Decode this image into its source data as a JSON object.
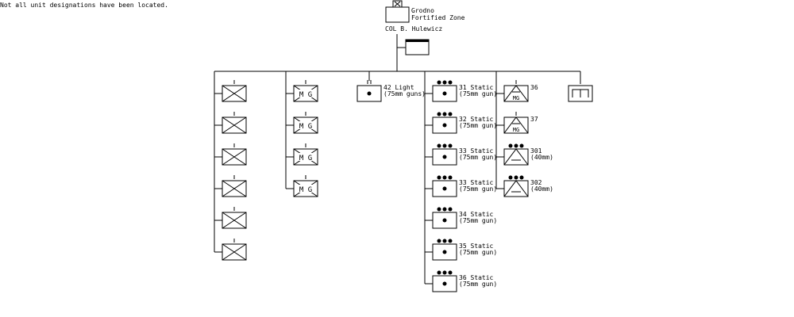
{
  "note": "Not all unit designations have been located.",
  "hq": {
    "name_line1": "Grodno",
    "name_line2": "Fortified Zone",
    "commander": "COL  B. Hulewicz"
  },
  "columns": [
    {
      "id": "infantry",
      "units": [
        {
          "symbol": "infantry",
          "echelon": "I"
        },
        {
          "symbol": "infantry",
          "echelon": "I"
        },
        {
          "symbol": "infantry",
          "echelon": "I"
        },
        {
          "symbol": "infantry",
          "echelon": "I"
        },
        {
          "symbol": "infantry",
          "echelon": "I"
        },
        {
          "symbol": "infantry",
          "echelon": "I"
        }
      ]
    },
    {
      "id": "machine-gun",
      "units": [
        {
          "symbol": "machine-gun",
          "echelon": "I",
          "inner_label": "MG"
        },
        {
          "symbol": "machine-gun",
          "echelon": "I",
          "inner_label": "MG"
        },
        {
          "symbol": "machine-gun",
          "echelon": "I",
          "inner_label": "MG"
        },
        {
          "symbol": "machine-gun",
          "echelon": "I",
          "inner_label": "MG"
        }
      ]
    },
    {
      "id": "light-artillery",
      "units": [
        {
          "symbol": "artillery",
          "echelon": "II",
          "label1": "42 Light",
          "label2": "(75mm guns)"
        }
      ]
    },
    {
      "id": "static-artillery",
      "units": [
        {
          "symbol": "artillery",
          "echelon": "•••",
          "label1": "31 Static",
          "label2": "(75mm gun)"
        },
        {
          "symbol": "artillery",
          "echelon": "•••",
          "label1": "32 Static",
          "label2": "(75mm gun)"
        },
        {
          "symbol": "artillery",
          "echelon": "•••",
          "label1": "33 Static",
          "label2": "(75mm gun)"
        },
        {
          "symbol": "artillery",
          "echelon": "•••",
          "label1": "33 Static",
          "label2": "(75mm gun)"
        },
        {
          "symbol": "artillery",
          "echelon": "•••",
          "label1": "34 Static",
          "label2": "(75mm gun)"
        },
        {
          "symbol": "artillery",
          "echelon": "•••",
          "label1": "35 Static",
          "label2": "(75mm gun)"
        },
        {
          "symbol": "artillery",
          "echelon": "•••",
          "label1": "36 Static",
          "label2": "(75mm gun)"
        }
      ]
    },
    {
      "id": "anti-aircraft",
      "units": [
        {
          "symbol": "aa-mg",
          "echelon": "I",
          "inner_label": "MG",
          "label1": "36",
          "label2": ""
        },
        {
          "symbol": "aa-mg",
          "echelon": "I",
          "inner_label": "MG",
          "label1": "37",
          "label2": ""
        },
        {
          "symbol": "aa",
          "echelon": "•••",
          "label1": "301",
          "label2": "(40mm)"
        },
        {
          "symbol": "aa",
          "echelon": "•••",
          "label1": "302",
          "label2": "(40mm)"
        }
      ]
    },
    {
      "id": "signals",
      "units": [
        {
          "symbol": "signals",
          "echelon": "I"
        }
      ]
    }
  ],
  "colors": {
    "line": "#000000",
    "background": "#ffffff"
  }
}
